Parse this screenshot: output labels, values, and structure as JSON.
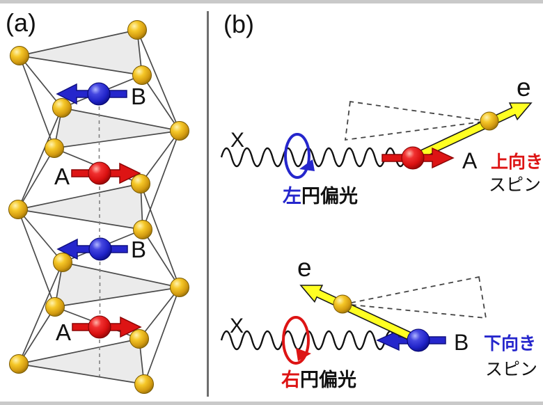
{
  "figure": {
    "panel_a_label": "(a)",
    "panel_b_label": "(b)"
  },
  "colors": {
    "red": "#dd1414",
    "red_dark": "#8c0404",
    "blue": "#2526cc",
    "blue_dark": "#101080",
    "yellow": "#ffff22",
    "gold": "#e8b21c",
    "black": "#111111",
    "line": "#4a4a4a",
    "triangle_fill": "#ebebeb"
  },
  "panel_a": {
    "site_b_top": "B",
    "site_a_top": "A",
    "site_b_bottom": "B",
    "site_a_bottom": "A"
  },
  "panel_b": {
    "top": {
      "xray": "X",
      "pol_first": "左",
      "pol_rest": "円偏光",
      "site": "A",
      "electron": "e",
      "spin1": "上向き",
      "spin2": "スピン"
    },
    "bottom": {
      "xray": "X",
      "pol_first": "右",
      "pol_rest": "円偏光",
      "site": "B",
      "electron": "e",
      "spin1": "下向き",
      "spin2": "スピン"
    }
  }
}
